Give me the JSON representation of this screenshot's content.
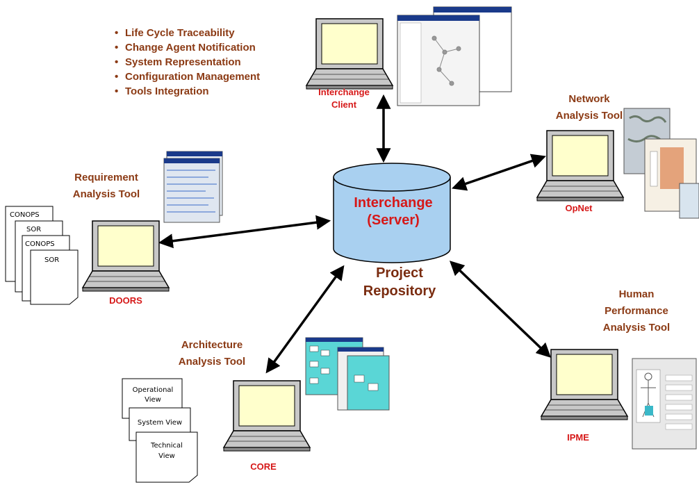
{
  "bullets": [
    "Life Cycle Traceability",
    "Change Agent Notification",
    "System Representation",
    "Configuration Management",
    "Tools Integration"
  ],
  "server": {
    "title_line1": "Interchange",
    "title_line2": "(Server)",
    "caption_line1": "Project",
    "caption_line2": "Repository"
  },
  "client": {
    "line1": "Interchange",
    "line2": "Client"
  },
  "network": {
    "title_line1": "Network",
    "title_line2": "Analysis Tool",
    "tool": "OpNet"
  },
  "requirement": {
    "title_line1": "Requirement",
    "title_line2": "Analysis Tool",
    "tool": "DOORS",
    "docs": [
      "CONOPS",
      "SOR",
      "CONOPS",
      "SOR"
    ]
  },
  "architecture": {
    "title_line1": "Architecture",
    "title_line2": "Analysis Tool",
    "tool": "CORE",
    "views": [
      [
        "Operational",
        "View"
      ],
      [
        "System View"
      ],
      [
        "Technical",
        "View"
      ]
    ]
  },
  "human": {
    "title_line1": "Human",
    "title_line2": "Performance",
    "title_line3": "Analysis Tool",
    "tool": "IPME"
  },
  "colors": {
    "label_brown": "#8b3a14",
    "tool_red": "#d61818",
    "cylinder": "#a9d0f0",
    "laptop_screen": "#ffffcc",
    "laptop_body": "#c8c8c8"
  }
}
